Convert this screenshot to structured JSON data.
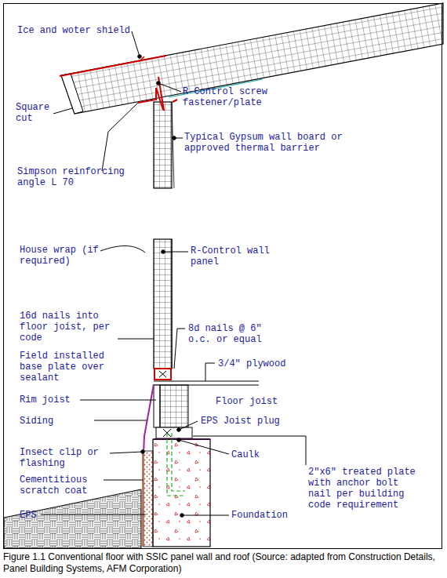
{
  "diagram": {
    "caption": "Figure 1.1 Conventional floor with SSIC panel wall and roof (Source: adapted from Construction Details, Panel Building Systems, AFM Corporation)",
    "labels": [
      "Ice and woter shield",
      "Square cut",
      "Simpson reinforcing angle L 70",
      "R-Control screw fastener/plate",
      "Typical Gypsum wall board or approved thermal barrier",
      "House wrap (if required)",
      "R-Control wall panel",
      "16d nails into floor joist, per code",
      "8d nails @ 6\" o.c. or equal",
      "Field installed base plate over sealant",
      "3/4\" plywood",
      "Rim joist",
      "Floor joist",
      "Siding",
      "EPS Joist plug",
      "Insect clip or flashing",
      "Caulk",
      "2\"x6\" treated plate with anchor bolt nail per building code requirement",
      "Cementitious scratch coat",
      "EPS",
      "Foundation"
    ]
  }
}
